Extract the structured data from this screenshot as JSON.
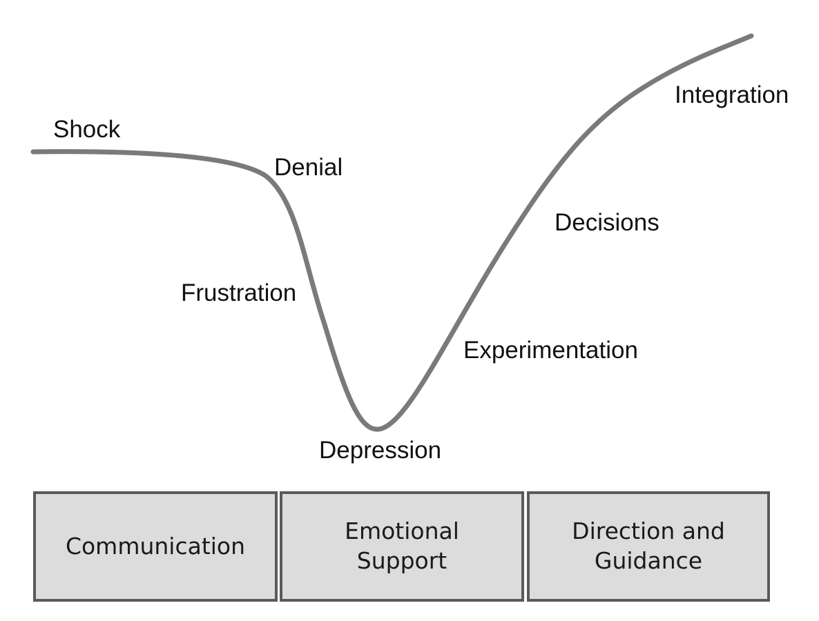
{
  "curve": {
    "color": "#7a7a7a",
    "stages": [
      "Shock",
      "Denial",
      "Frustration",
      "Depression",
      "Experimentation",
      "Decisions",
      "Integration"
    ]
  },
  "boxes": [
    "Communication",
    "Emotional Support",
    "Direction and Guidance"
  ],
  "colors": {
    "box_fill": "#dcdcdc",
    "box_border": "#5a5a5a"
  }
}
